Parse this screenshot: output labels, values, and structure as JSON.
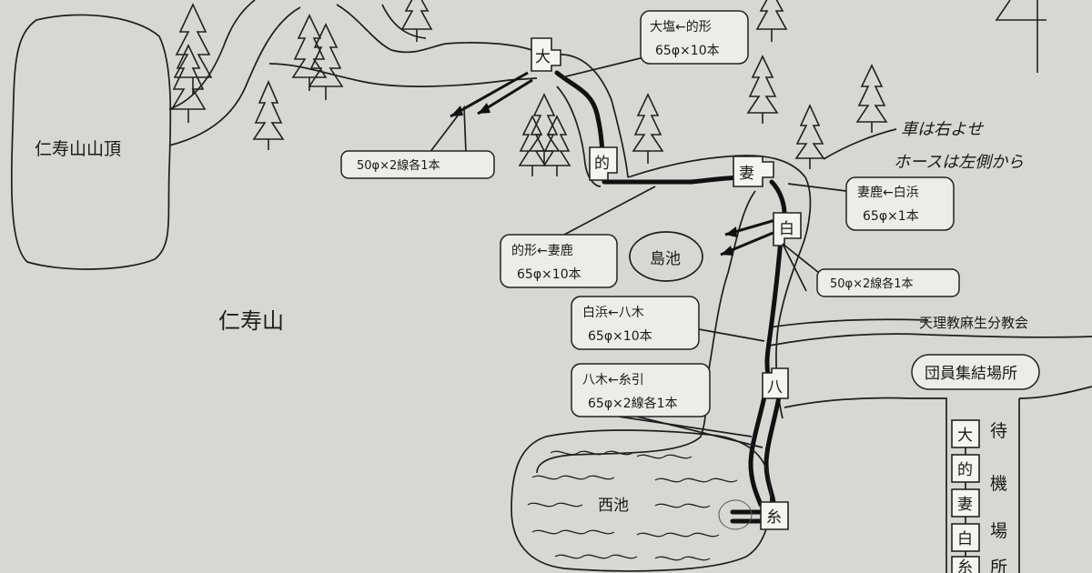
{
  "areas": {
    "summit": "仁寿山山頂",
    "mountain": "仁寿山",
    "shimaike": "島池",
    "nishiike": "西池",
    "church": "天理教麻生分教会",
    "assembly": "団員集結場所",
    "standby": "待機場所"
  },
  "standby_chars": [
    "待",
    "機",
    "場",
    "所"
  ],
  "nodes": {
    "oshio": "大",
    "matogata": "的",
    "mega": "妻",
    "shirahama": "白",
    "yagi": "八",
    "itohiki": "糸"
  },
  "queue": [
    "大",
    "的",
    "妻",
    "白",
    "糸"
  ],
  "callouts": {
    "c1": {
      "line1": "大塩←的形",
      "line2": "65φ×10本"
    },
    "c2": {
      "line1": "50φ×2線各1本"
    },
    "c3": {
      "line1": "妻鹿←白浜",
      "line2": "65φ×1本"
    },
    "c4": {
      "line1": "的形←妻鹿",
      "line2": "65φ×10本"
    },
    "c5": {
      "line1": "50φ×2線各1本"
    },
    "c6": {
      "line1": "白浜←八木",
      "line2": "65φ×10本"
    },
    "c7": {
      "line1": "八木←糸引",
      "line2": "65φ×2線各1本"
    }
  },
  "handwritten_note": {
    "line1": "車は右よせ",
    "line2": "ホースは左側から"
  },
  "colors": {
    "paper": "#d7d7d3",
    "ink": "#1a1a1a"
  }
}
